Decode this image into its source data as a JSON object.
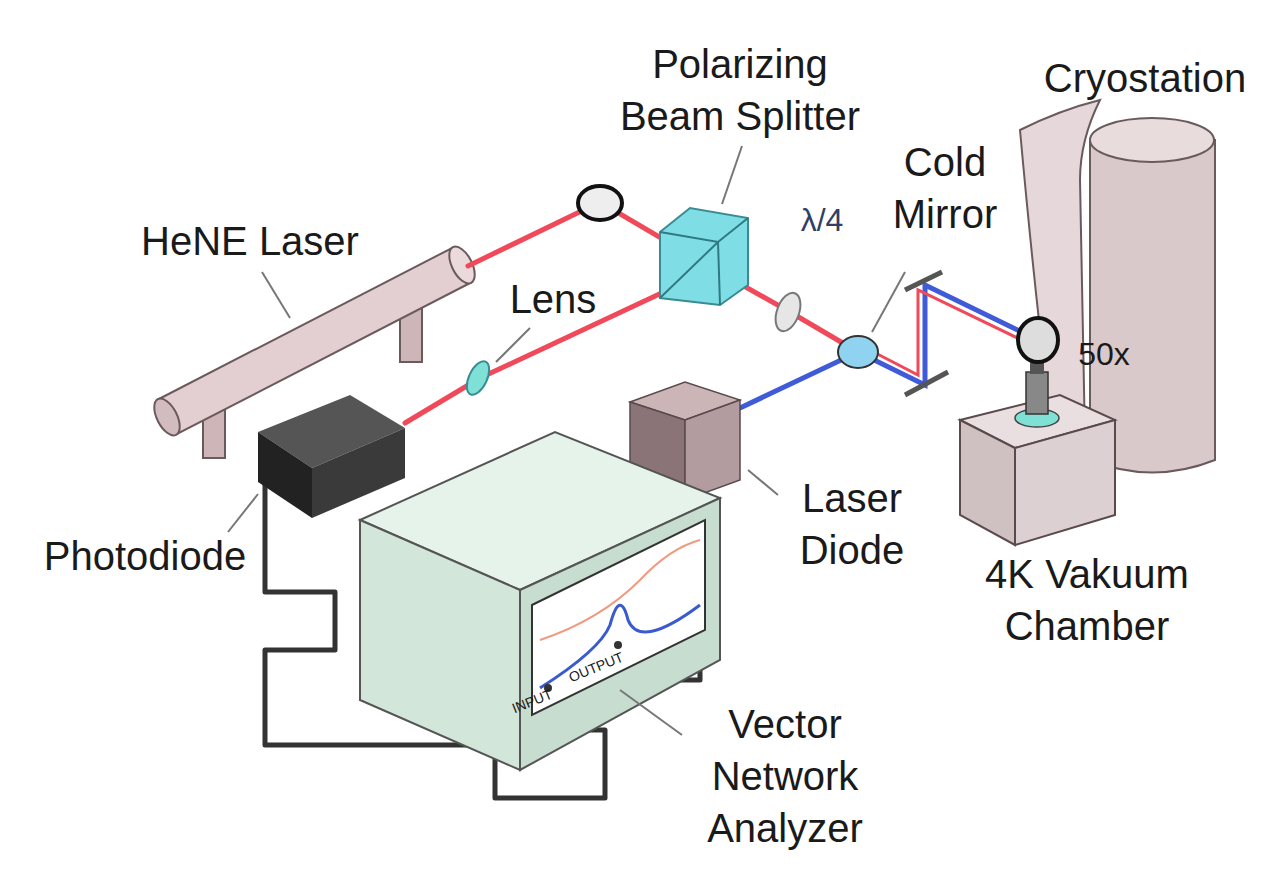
{
  "diagram": {
    "labels": [
      "Polarizing Beam Splitter",
      "Cryostation",
      "λ/4",
      "Cold Mirror",
      "HeNE Laser",
      "Lens",
      "50x",
      "Laser Diode",
      "Photodiode",
      "4K Vakuum Chamber",
      "INPUT",
      "OUTPUT",
      "Vector Network Analyzer"
    ]
  }
}
